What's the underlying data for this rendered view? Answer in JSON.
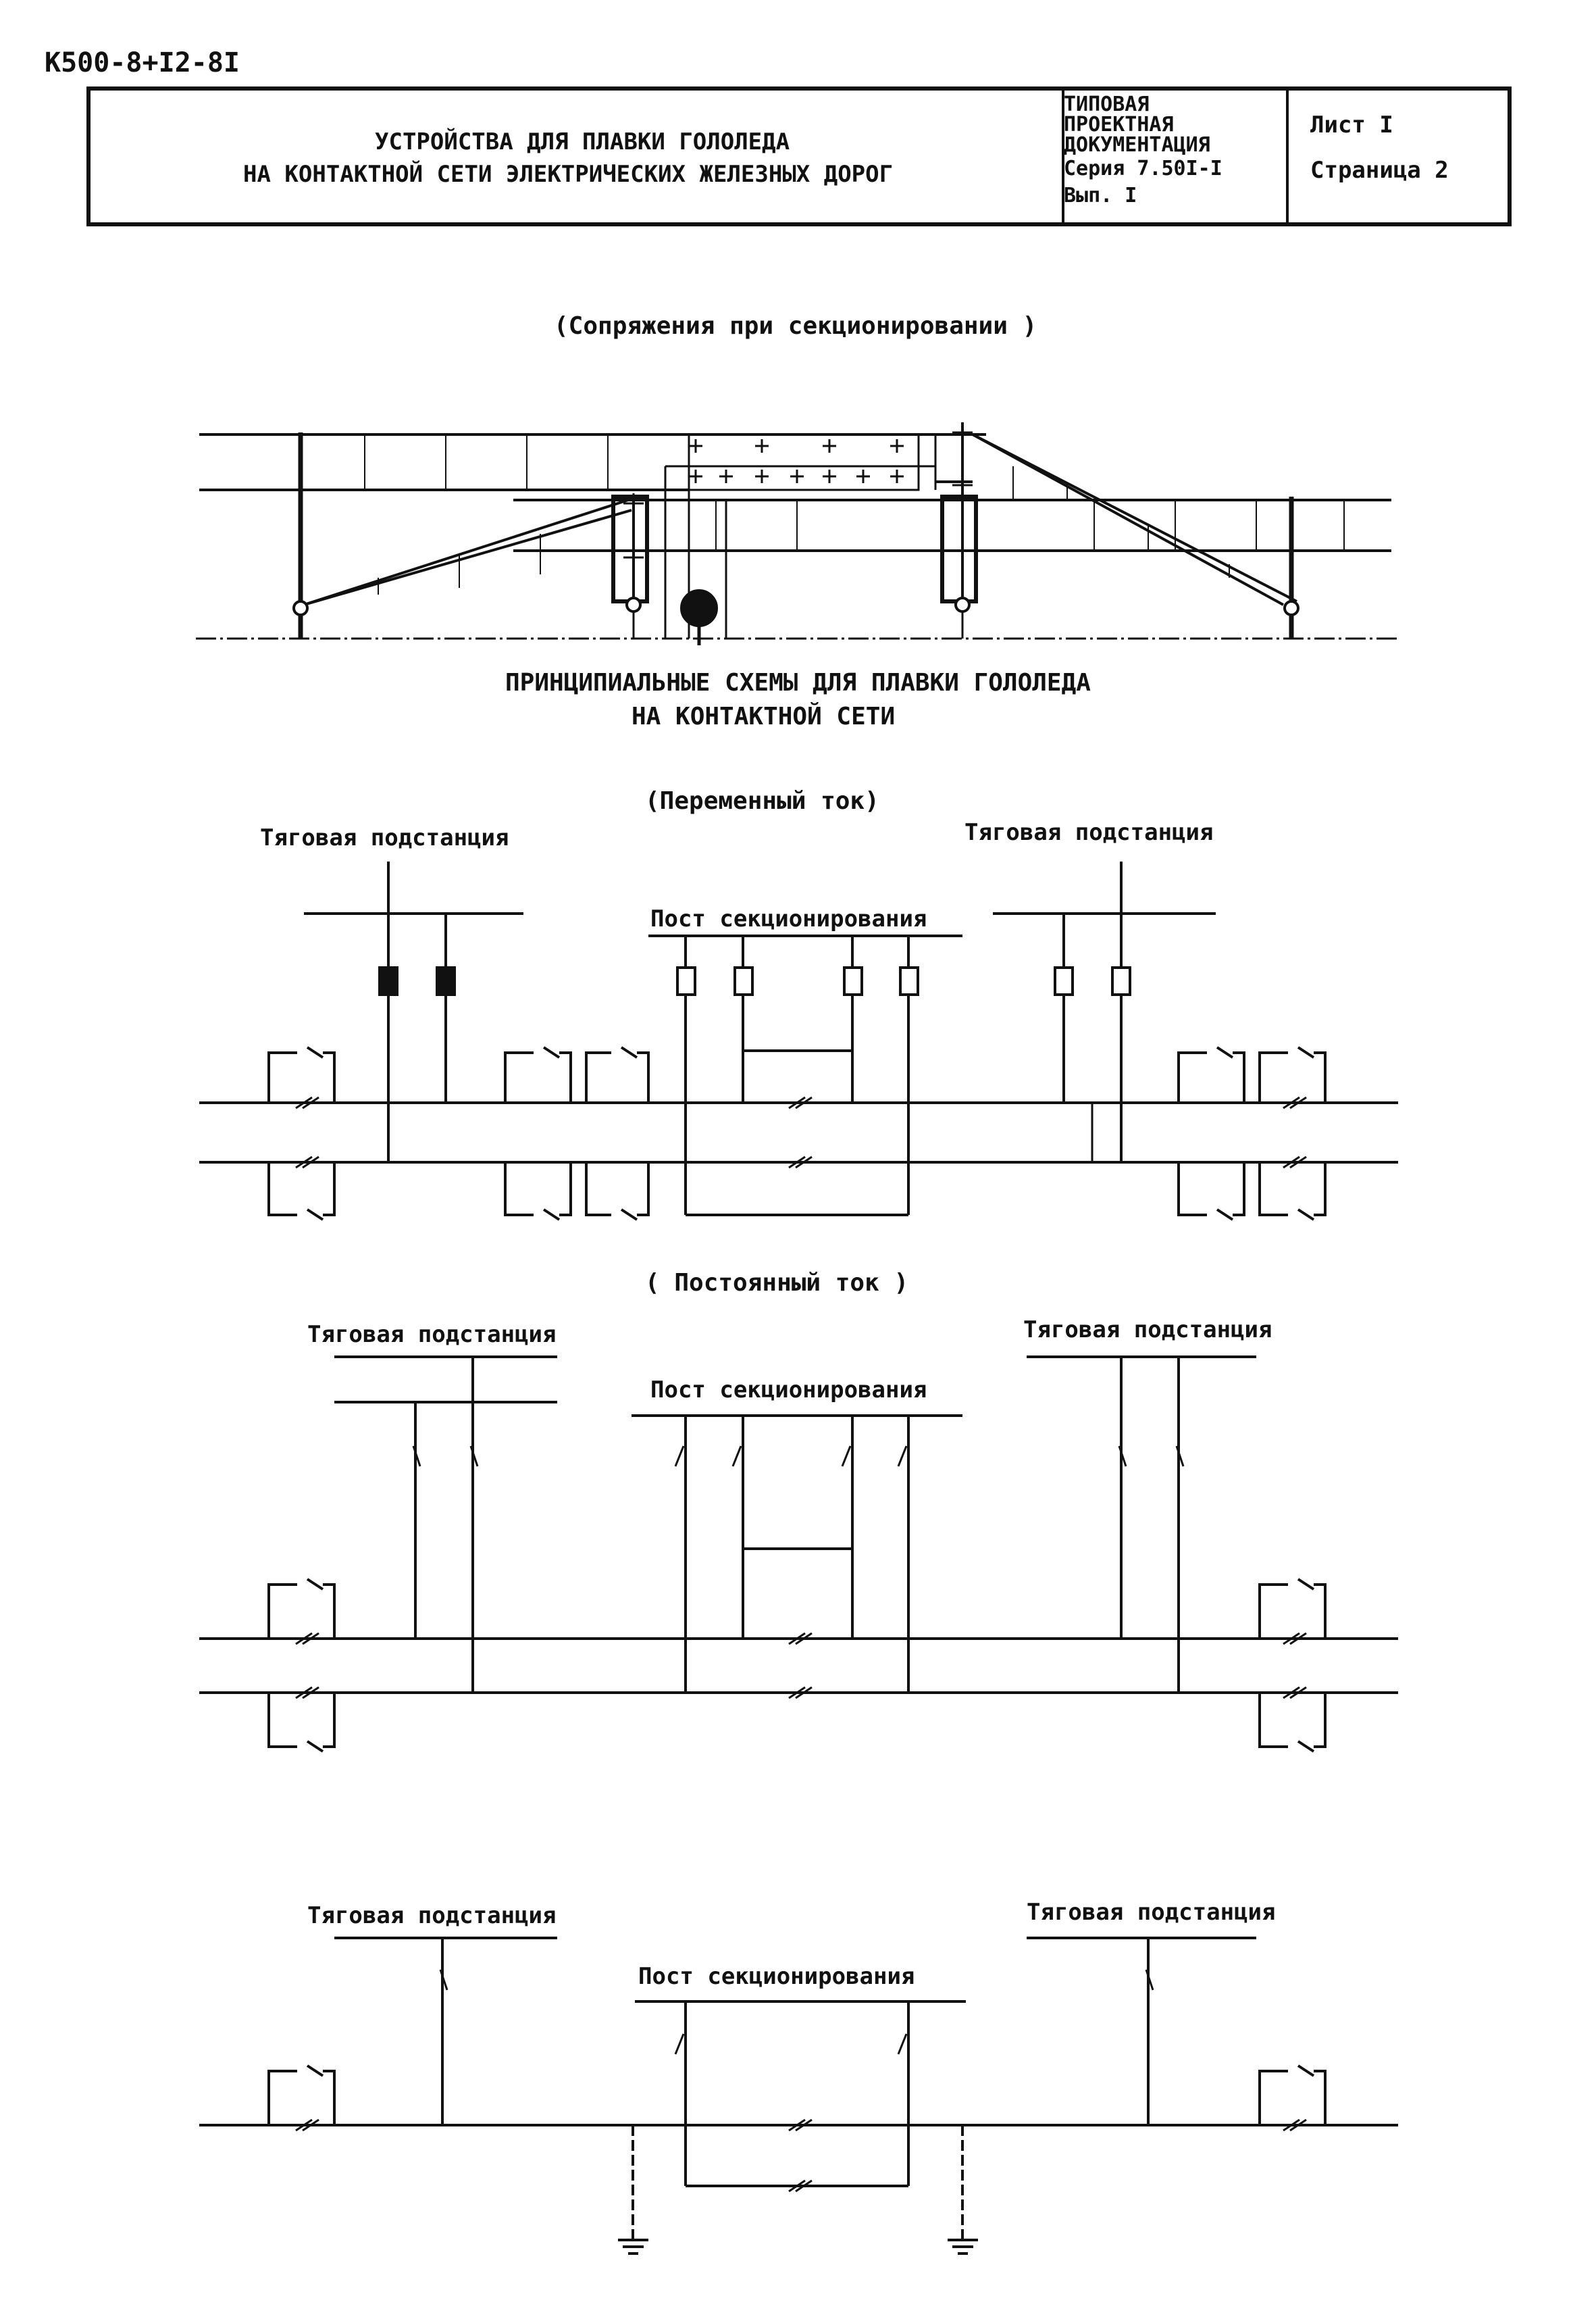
{
  "document": {
    "code": "К500-8+I2-8I",
    "title_line1": "УСТРОЙСТВА ДЛЯ ПЛАВКИ ГОЛОЛЕДА",
    "title_line2": "НА КОНТАКТНОЙ СЕТИ ЭЛЕКТРИЧЕСКИХ ЖЕЛЕЗНЫХ ДОРОГ",
    "standard_lines": [
      "ТИПОВАЯ",
      "ПРОЕКТНАЯ",
      "ДОКУМЕНТАЦИЯ",
      "Серия 7.50I-I",
      "Вып. I"
    ],
    "sheet": "Лист I",
    "page": "Страница 2"
  },
  "sectioning": {
    "caption": "(Сопряжения при секционировании )"
  },
  "schemes": {
    "heading_line1": "ПРИНЦИПИАЛЬНЫЕ СХЕМЫ ДЛЯ ПЛАВКИ ГОЛОЛЕДА",
    "heading_line2": "НА КОНТАКТНОЙ СЕТИ"
  },
  "ac": {
    "caption": "(Переменный ток)",
    "substation_left": "Тяговая  подстанция",
    "substation_right": "Тяговая подстанция",
    "post": "Пост секционирования"
  },
  "dc": {
    "caption": "( Постоянный ток )",
    "substation_left": "Тяговая подстанция",
    "substation_right": "Тяговая подстанция",
    "post": "Пост секционирования"
  },
  "single": {
    "substation_left": "Тяговая подстанция",
    "substation_right": "Тяговая подстанция",
    "post": "Пост секционирования"
  }
}
